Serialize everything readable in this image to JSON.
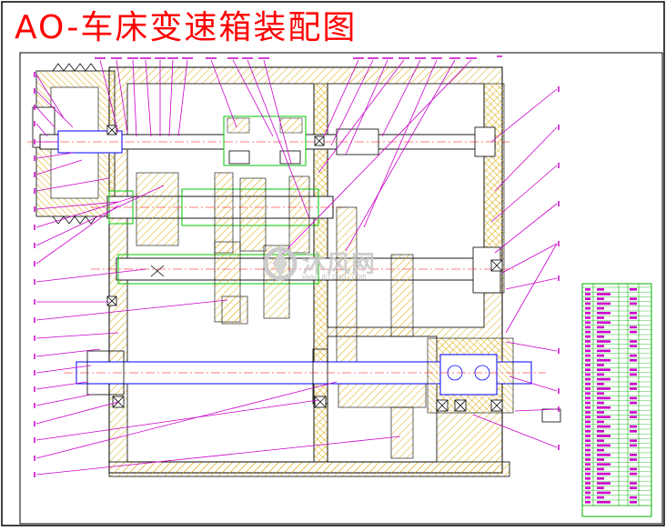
{
  "title": "AO-车床变速箱装配图",
  "watermark": {
    "name": "沐风网",
    "url": "www.mfcad.com"
  },
  "colors": {
    "frame": "#000000",
    "title": "#ff0000",
    "housing": "#ffd24d",
    "hatch": "#e0b000",
    "gear": "#00c800",
    "leader": "#cc00cc",
    "centerline": "#ff0000",
    "table_line": "#00b000",
    "blue": "#0000ff",
    "outline": "#000000"
  },
  "icons": [
    "watermark-logo-icon"
  ]
}
